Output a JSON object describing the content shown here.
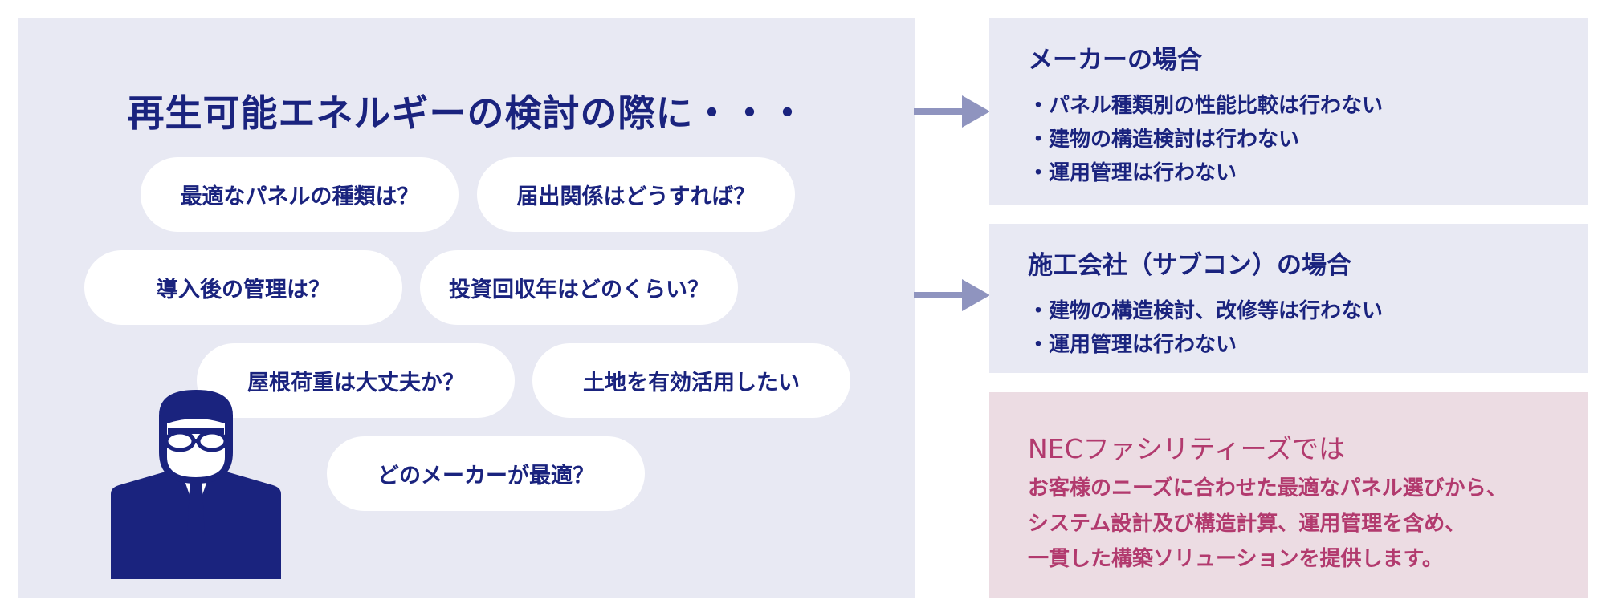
{
  "left": {
    "title": "再生可能エネルギーの検討の際に・・・",
    "questions": [
      "最適なパネルの種類は？",
      "届出関係はどうすれば？",
      "導入後の管理は？",
      "投資回収年はどのくらい？",
      "屋根荷重は大丈夫か？",
      "土地を有効活用したい",
      "どのメーカーが最適？"
    ]
  },
  "maker": {
    "title": "メーカーの場合",
    "items": [
      "パネル種類別の性能比較は行わない",
      "建物の構造検討は行わない",
      "運用管理は行わない"
    ]
  },
  "subcon": {
    "title": "施工会社（サブコン）の場合",
    "items": [
      "建物の構造検討、改修等は行わない",
      "運用管理は行わない"
    ]
  },
  "nec": {
    "title": "NECファシリティーズでは",
    "lines": [
      "お客様のニーズに合わせた最適なパネル選びから、",
      "システム設計及び構造計算、運用管理を含め、",
      "一貫した構築ソリューションを提供します。"
    ]
  },
  "colors": {
    "navy": "#1a237e",
    "panel_bg": "#e8e9f3",
    "nec_bg": "#ecdce3",
    "nec_text": "#b23a6e",
    "arrow": "#8f94bf"
  }
}
